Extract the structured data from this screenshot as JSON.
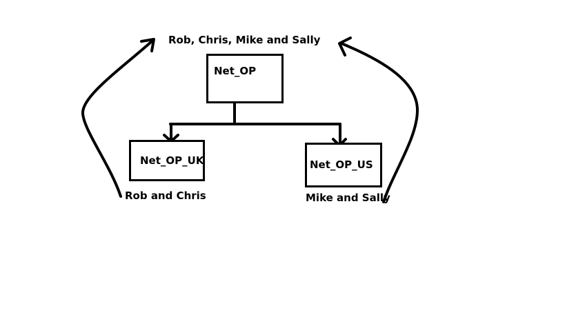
{
  "diagram": {
    "top_label": "Rob, Chris, Mike and Sally",
    "root_node": {
      "label": "Net_OP"
    },
    "left_node": {
      "label": "Net_OP_UK"
    },
    "right_node": {
      "label": "Net_OP_US"
    },
    "left_caption": "Rob and Chris",
    "right_caption": "Mike and Sally"
  },
  "colors": {
    "stroke": "#000000",
    "background": "#ffffff"
  }
}
